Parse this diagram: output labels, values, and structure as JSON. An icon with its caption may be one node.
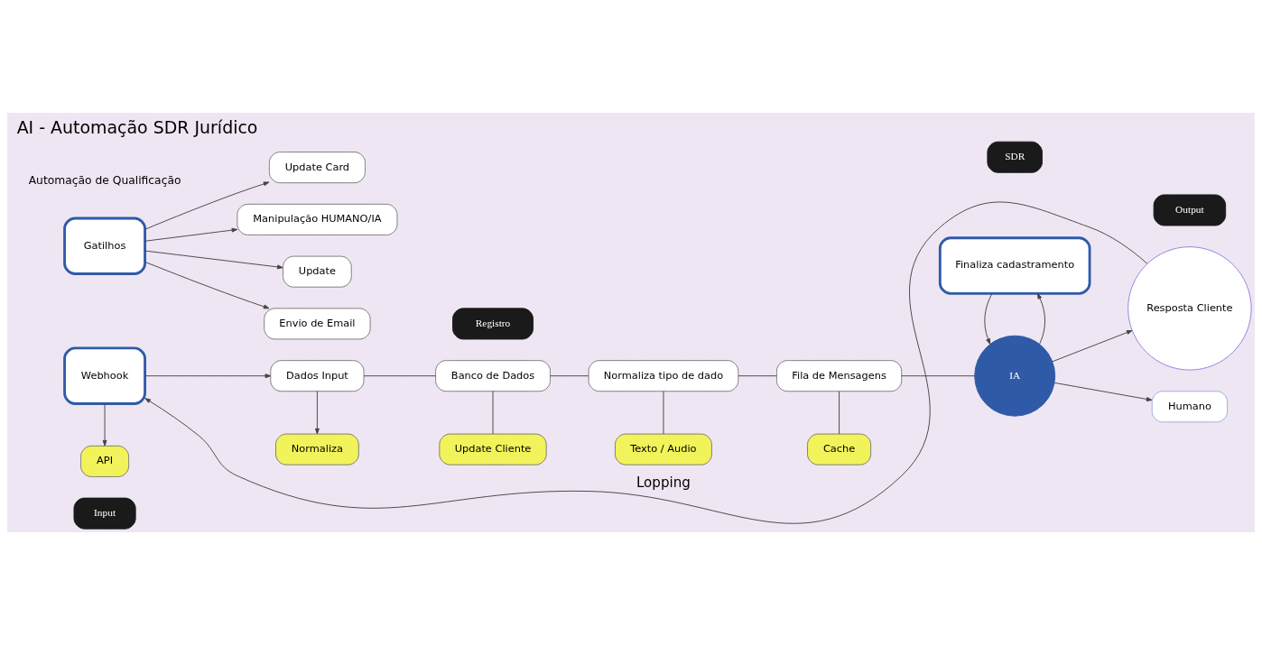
{
  "diagram": {
    "title": "AI - Automação SDR Jurídico",
    "nodes": [
      {
        "text": [
          "Input"
        ]
      },
      {
        "text": [
          "Webhook"
        ]
      },
      {
        "text": [
          "API"
        ]
      },
      {
        "text": [
          "Registro"
        ]
      },
      {
        "text": [
          "Dados Input"
        ]
      },
      {
        "text": [
          "Normaliza"
        ]
      },
      {
        "text": [
          "Banco de Dados"
        ]
      },
      {
        "text": [
          "Update Cliente"
        ]
      },
      {
        "text": [
          "Normaliza tipo de dado"
        ]
      },
      {
        "text": [
          "Texto / Audio"
        ]
      },
      {
        "text": [
          "Fila de Mensagens"
        ]
      },
      {
        "text": [
          "Cache"
        ]
      },
      {
        "text": [
          "SDR"
        ]
      },
      {
        "text": [
          "IA"
        ]
      },
      {
        "text": [
          "Resposta Cliente"
        ]
      },
      {
        "text": [
          "Output"
        ]
      },
      {
        "text": [
          "Humano"
        ]
      },
      {
        "text": [
          "Gatilhos"
        ]
      },
      {
        "text": [
          "Update Card"
        ]
      },
      {
        "text": [
          "Manipulação HUMANO/IA"
        ]
      },
      {
        "text": [
          "Update"
        ]
      },
      {
        "text": [
          "Envio de Email"
        ]
      },
      {
        "text": [
          "Finaliza cadastramento"
        ]
      }
    ],
    "edges": [
      {
        "from": 1,
        "to": 4,
        "arrow": "to"
      },
      {
        "from": 1,
        "to": 2,
        "arrow": "to"
      },
      {
        "from": 4,
        "to": 5,
        "arrow": "to"
      },
      {
        "from": 4,
        "to": 6,
        "arrow": "none"
      },
      {
        "from": 6,
        "to": 7,
        "arrow": "none"
      },
      {
        "from": 6,
        "to": 8,
        "arrow": "none"
      },
      {
        "from": 8,
        "to": 9,
        "arrow": "none"
      },
      {
        "from": 8,
        "to": 10,
        "arrow": "none"
      },
      {
        "from": 10,
        "to": 11,
        "arrow": "none"
      },
      {
        "from": 10,
        "to": 13,
        "arrow": "none"
      },
      {
        "from": 13,
        "to": 14,
        "arrow": "to"
      },
      {
        "from": 14,
        "to": 1,
        "arrow": "to",
        "label": "Lopping"
      },
      {
        "from": 13,
        "to": 22,
        "arrow": "to"
      },
      {
        "from": 22,
        "to": 13,
        "arrow": "to"
      },
      {
        "from": 13,
        "to": 16,
        "arrow": "to"
      },
      {
        "from": 17,
        "to": 18,
        "arrow": "to"
      },
      {
        "from": 17,
        "to": 19,
        "arrow": "to"
      },
      {
        "from": 17,
        "to": 20,
        "arrow": "to"
      },
      {
        "from": 17,
        "to": 21,
        "arrow": "to"
      }
    ],
    "labels": [
      "Automação de Qualificação"
    ]
  }
}
